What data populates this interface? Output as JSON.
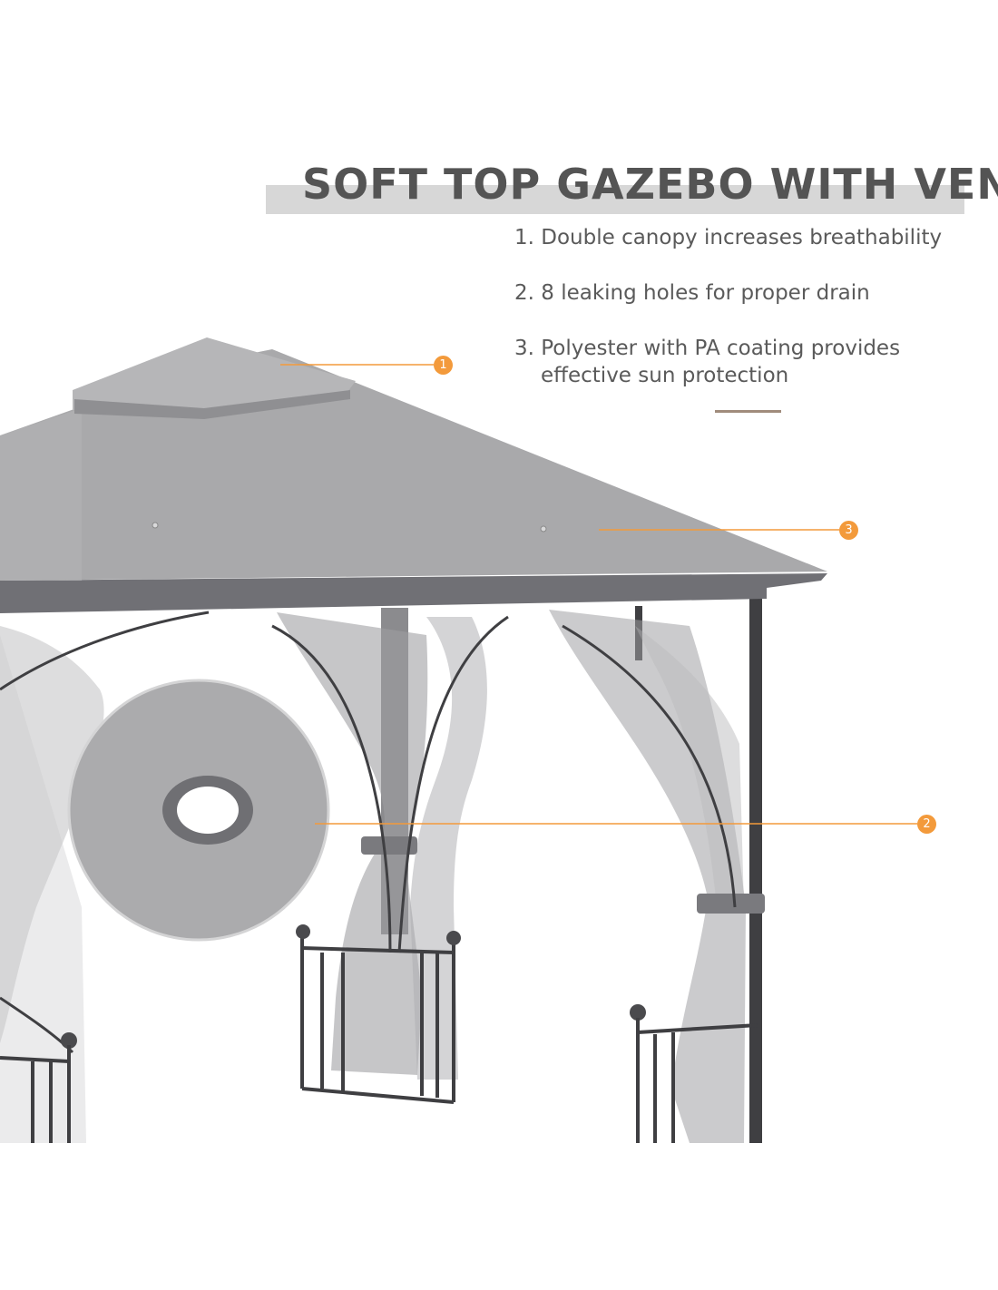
{
  "header": {
    "title": "SOFT TOP GAZEBO WITH VENT"
  },
  "features": {
    "f1": "1. Double canopy increases breathability",
    "f2": "2. 8 leaking holes for proper drain",
    "f3_line1": "3. Polyester with PA coating provides",
    "f3_line2": "effective sun protection"
  },
  "callouts": {
    "one": "1",
    "two": "2",
    "three": "3"
  },
  "colors": {
    "accent": "#f39a3b",
    "title_text": "#545454",
    "title_band": "#d7d7d7",
    "canopy": "#a9a9ab",
    "frame": "#3f3f42",
    "net": "#8a8a8c"
  }
}
